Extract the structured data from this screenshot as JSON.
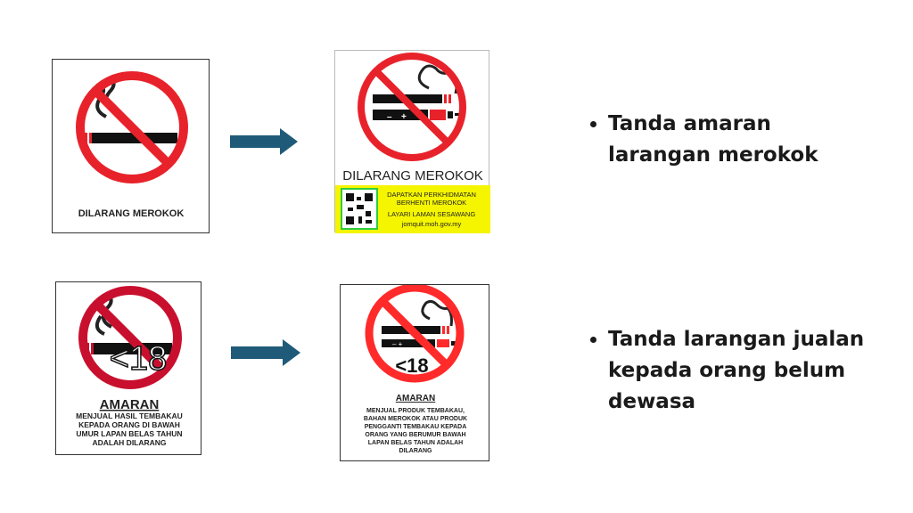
{
  "signs": {
    "old_no_smoking": {
      "caption": "DILARANG MEROKOK"
    },
    "new_no_smoking": {
      "caption": "DILARANG MEROKOK",
      "info_line1": "DAPATKAN PERKHIDMATAN",
      "info_line2": "BERHENTI MEROKOK",
      "info_line3": "LAYARI LAMAN SESAWANG",
      "website": "jomquit.moh.gov.my"
    },
    "old_underage": {
      "age_label": "<18",
      "title": "AMARAN",
      "lines": [
        "MENJUAL HASIL TEMBAKAU",
        "KEPADA ORANG DI BAWAH",
        "UMUR LAPAN BELAS TAHUN",
        "ADALAH DILARANG"
      ]
    },
    "new_underage": {
      "age_label": "<18",
      "title": "AMARAN",
      "lines": [
        "MENJUAL PRODUK TEMBAKAU,",
        "BAHAN MEROKOK ATAU PRODUK",
        "PENGGANTI TEMBAKAU KEPADA",
        "ORANG YANG BERUMUR BAWAH",
        "LAPAN BELAS TAHUN ADALAH",
        "DILARANG"
      ]
    }
  },
  "bullets": [
    {
      "lines": [
        "Tanda amaran",
        "larangan merokok"
      ]
    },
    {
      "lines": [
        "Tanda larangan jualan",
        "kepada orang belum",
        "dewasa"
      ]
    }
  ],
  "colors": {
    "arrow": "#1f5a78",
    "prohibit_red": "#e8222b",
    "prohibit_dark_red": "#c8102e",
    "yellow_band": "#f5f500",
    "qr_border": "#2ecc40"
  }
}
